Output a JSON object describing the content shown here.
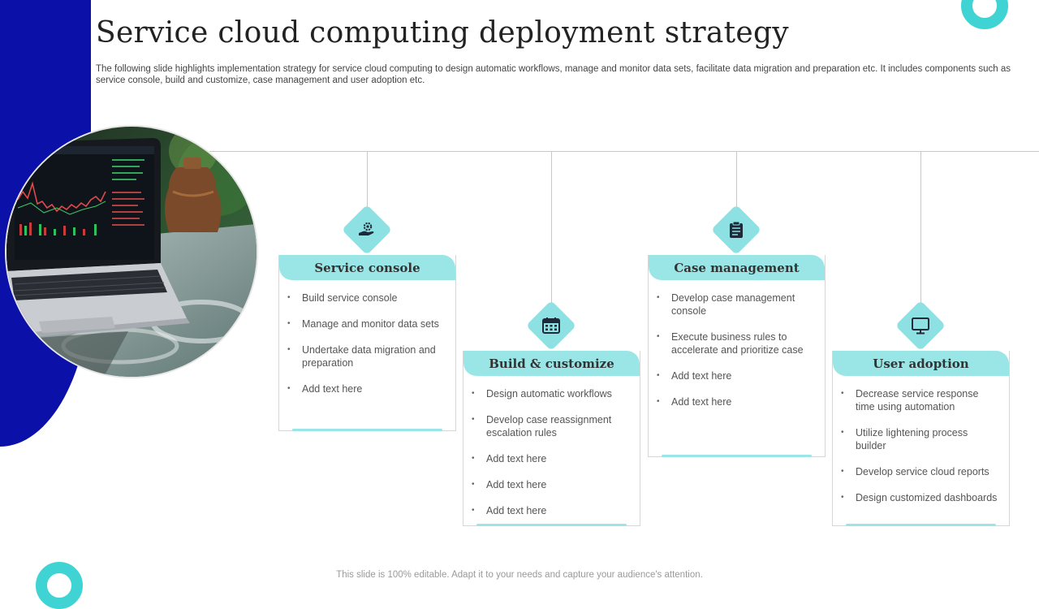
{
  "slide": {
    "title": "Service cloud computing deployment strategy",
    "subtitle": "The following slide highlights implementation strategy for service cloud computing to design automatic workflows, manage and monitor data sets, facilitate data migration and preparation etc. It includes components such as service console, build and customize, case management and user adoption etc.",
    "footnote": "This slide is 100% editable. Adapt it to your needs and capture your audience's attention."
  },
  "colors": {
    "accent_blue": "#0a10a8",
    "teal": "#3fd3d3",
    "card_header": "#9ae6e7"
  },
  "cards": [
    {
      "title": "Service console",
      "icon": "hand-gear-icon",
      "items": [
        "Build service console",
        "Manage and monitor data sets",
        "Undertake data migration and preparation",
        "Add text here"
      ]
    },
    {
      "title": "Build & customize",
      "icon": "calendar-icon",
      "items": [
        "Design automatic workflows",
        "Develop case reassignment escalation rules",
        "Add text here",
        "Add text here",
        "Add text here"
      ]
    },
    {
      "title": "Case management",
      "icon": "clipboard-icon",
      "items": [
        "Develop case management console",
        "Execute business rules to accelerate and prioritize case",
        "Add text here",
        "Add text here"
      ]
    },
    {
      "title": "User adoption",
      "icon": "monitor-icon",
      "items": [
        "Decrease service response time using automation",
        "Utilize lightening process builder",
        "Develop service cloud reports",
        "Design customized dashboards"
      ]
    }
  ]
}
